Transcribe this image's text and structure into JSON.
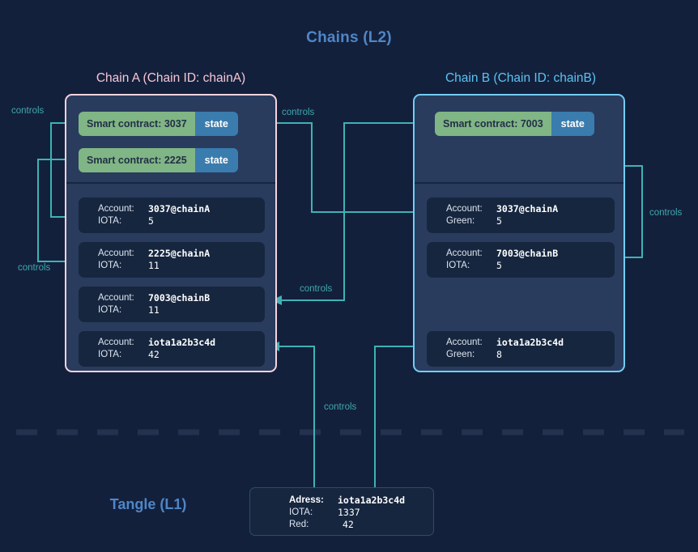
{
  "diagram": {
    "title": "Chains (L2)",
    "tangle_title": "Tangle (L1)",
    "accent_green": "#80b585",
    "accent_blue": "#3a7cad",
    "accent_teal": "#3fb2b5",
    "chainA_border": "#f8d3de",
    "chainB_border": "#72cdf5",
    "background": "#13203c",
    "panel_bg": "#293c5e"
  },
  "chainA": {
    "title": "Chain A (Chain ID: chainA)",
    "contracts": [
      {
        "name": "Smart contract: 3037",
        "state": "state"
      },
      {
        "name": "Smart contract: 2225",
        "state": "state"
      }
    ],
    "accounts": [
      {
        "key1": "Account:",
        "val1": "3037@chainA",
        "key2": "IOTA:",
        "val2": "5"
      },
      {
        "key1": "Account:",
        "val1": "2225@chainA",
        "key2": "IOTA:",
        "val2": "11"
      },
      {
        "key1": "Account:",
        "val1": "7003@chainB",
        "key2": "IOTA:",
        "val2": "11"
      },
      {
        "key1": "Account:",
        "val1": "iota1a2b3c4d",
        "key2": "IOTA:",
        "val2": "42"
      }
    ]
  },
  "chainB": {
    "title": "Chain B (Chain ID: chainB)",
    "contracts": [
      {
        "name": "Smart contract: 7003",
        "state": "state"
      }
    ],
    "accounts": [
      {
        "key1": "Account:",
        "val1": "3037@chainA",
        "key2": "Green:",
        "val2": "5"
      },
      {
        "key1": "Account:",
        "val1": "7003@chainB",
        "key2": "IOTA:",
        "val2": "5"
      },
      {
        "key1": "Account:",
        "val1": "iota1a2b3c4d",
        "key2": "Green:",
        "val2": "8"
      }
    ]
  },
  "tangle": {
    "title": "Tangle (L1)",
    "address_label": "Adress:",
    "address_value": "iota1a2b3c4d",
    "iota_label": "IOTA:",
    "iota_value": "1337",
    "red_label": "Red:",
    "red_value": "42"
  },
  "labels": {
    "controls_top_left": "controls",
    "controls_bottom_left": "controls",
    "controls_mid_top": "controls",
    "controls_mid_bottom": "controls",
    "controls_right": "controls",
    "controls_tangle": "controls"
  }
}
